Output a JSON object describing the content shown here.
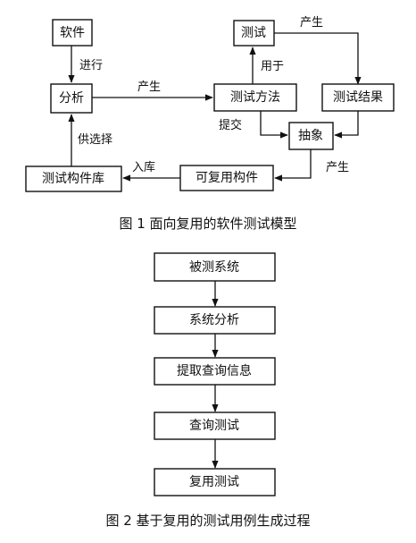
{
  "figure1": {
    "caption": "图 1  面向复用的软件测试模型",
    "nodes": {
      "software": "软件",
      "analysis": "分析",
      "test_method": "测试方法",
      "test": "测试",
      "test_result": "测试结果",
      "abstraction": "抽象",
      "reusable_component": "可复用构件",
      "component_library": "测试构件库"
    },
    "edge_labels": {
      "conduct": "进行",
      "produce_method": "产生",
      "used_for": "用于",
      "produce_result": "产生",
      "submit": "提交",
      "produce_component": "产生",
      "into_library": "入库",
      "for_selection": "供选择"
    }
  },
  "figure2": {
    "caption": "图 2  基于复用的测试用例生成过程",
    "steps": [
      "被测系统",
      "系统分析",
      "提取查询信息",
      "查询测试",
      "复用测试"
    ]
  }
}
